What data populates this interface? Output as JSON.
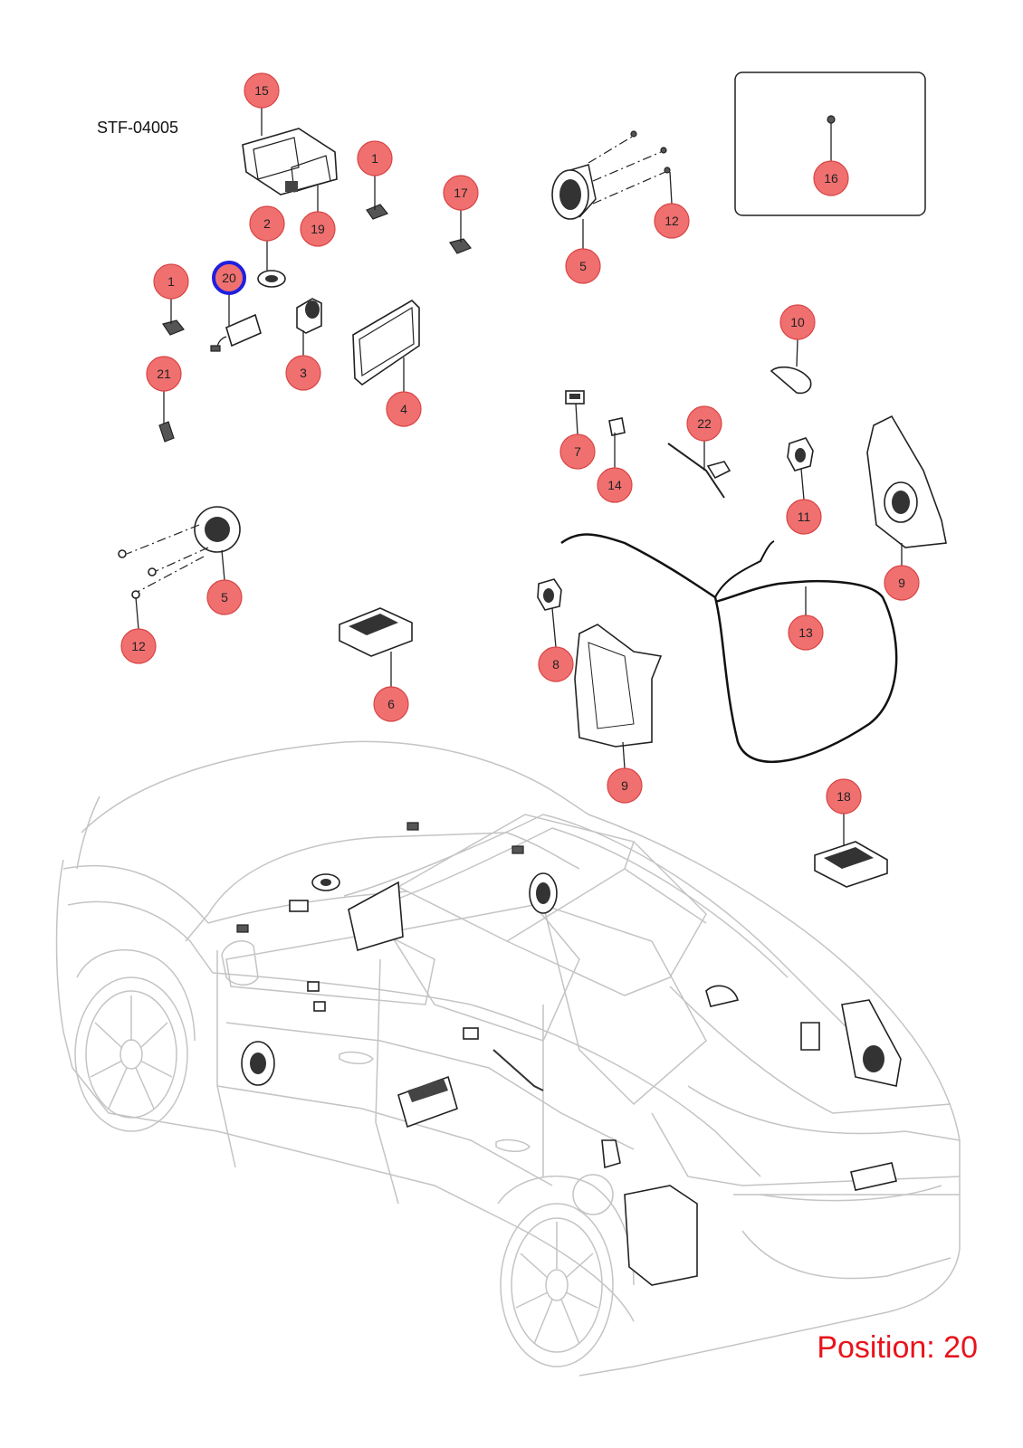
{
  "document_code": "STF-04005",
  "position_label": "Position: 20",
  "colors": {
    "callout_fill": "#f07070",
    "callout_stroke": "#d94545",
    "highlight_stroke": "#1f1fe0",
    "position_text": "#e8141b",
    "car_outline": "#c4c4c4"
  },
  "highlighted_position": "20",
  "callouts": [
    {
      "id": "c15",
      "label": "15"
    },
    {
      "id": "c1a",
      "label": "1"
    },
    {
      "id": "c17",
      "label": "17"
    },
    {
      "id": "c19",
      "label": "19"
    },
    {
      "id": "c2",
      "label": "2"
    },
    {
      "id": "c1b",
      "label": "1"
    },
    {
      "id": "c20",
      "label": "20"
    },
    {
      "id": "c3",
      "label": "3"
    },
    {
      "id": "c4",
      "label": "4"
    },
    {
      "id": "c21",
      "label": "21"
    },
    {
      "id": "c5a",
      "label": "5"
    },
    {
      "id": "c12a",
      "label": "12"
    },
    {
      "id": "c16",
      "label": "16"
    },
    {
      "id": "c10",
      "label": "10"
    },
    {
      "id": "c7",
      "label": "7"
    },
    {
      "id": "c14",
      "label": "14"
    },
    {
      "id": "c22",
      "label": "22"
    },
    {
      "id": "c11",
      "label": "11"
    },
    {
      "id": "c9a",
      "label": "9"
    },
    {
      "id": "c5b",
      "label": "5"
    },
    {
      "id": "c12b",
      "label": "12"
    },
    {
      "id": "c6",
      "label": "6"
    },
    {
      "id": "c8",
      "label": "8"
    },
    {
      "id": "c13",
      "label": "13"
    },
    {
      "id": "c9b",
      "label": "9"
    },
    {
      "id": "c18",
      "label": "18"
    }
  ]
}
